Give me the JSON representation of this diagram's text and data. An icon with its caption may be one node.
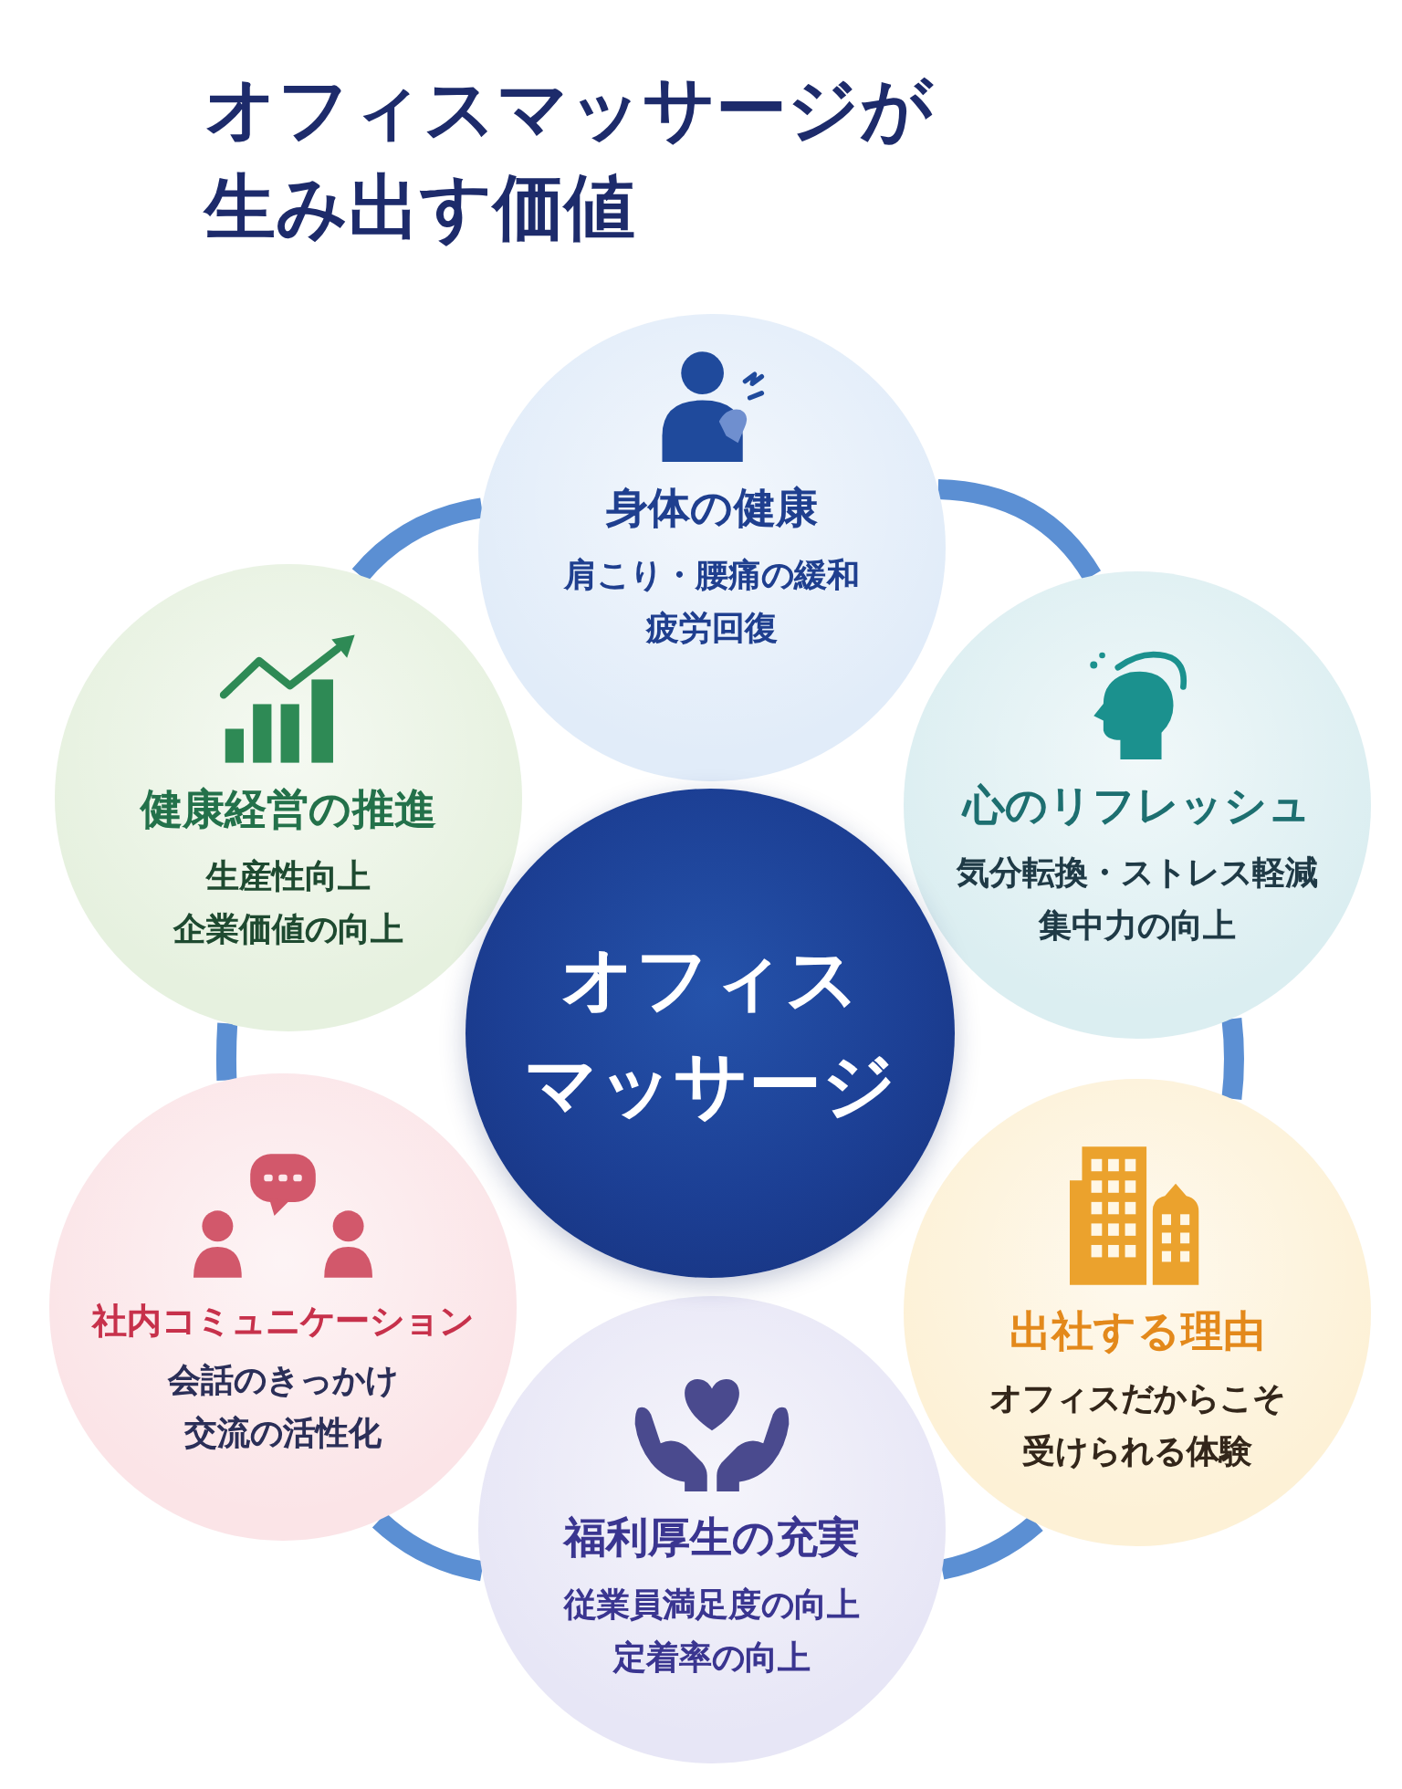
{
  "diagram": {
    "title": "オフィスマッサージが生み出す価値",
    "nodes": [
      {
        "text": [
          "身体の健康",
          "肩こり・腰痛の緩和",
          "疲労回復"
        ]
      },
      {
        "text": [
          "健康経営の推進",
          "生産性向上",
          "企業価値の向上"
        ]
      },
      {
        "text": [
          "心のリフレッシュ",
          "気分転換・ストレス軽減",
          "集中力の向上"
        ]
      },
      {
        "text": [
          "オフィスマッサージ"
        ]
      },
      {
        "text": [
          "社内コミュニケーション",
          "会話のきっかけ",
          "交流の活性化"
        ]
      },
      {
        "text": [
          "出社する理由",
          "オフィスだからこそ受けられる体験"
        ]
      },
      {
        "text": [
          "福利厚生の充実",
          "従業員満足度の向上",
          "定着率の向上"
        ]
      }
    ],
    "edges": [
      {
        "from": 0,
        "to": 2,
        "arrow": "none"
      },
      {
        "from": 2,
        "to": 5,
        "arrow": "none"
      },
      {
        "from": 5,
        "to": 6,
        "arrow": "none"
      },
      {
        "from": 6,
        "to": 4,
        "arrow": "none"
      },
      {
        "from": 4,
        "to": 1,
        "arrow": "none"
      },
      {
        "from": 1,
        "to": 0,
        "arrow": "none"
      }
    ]
  }
}
